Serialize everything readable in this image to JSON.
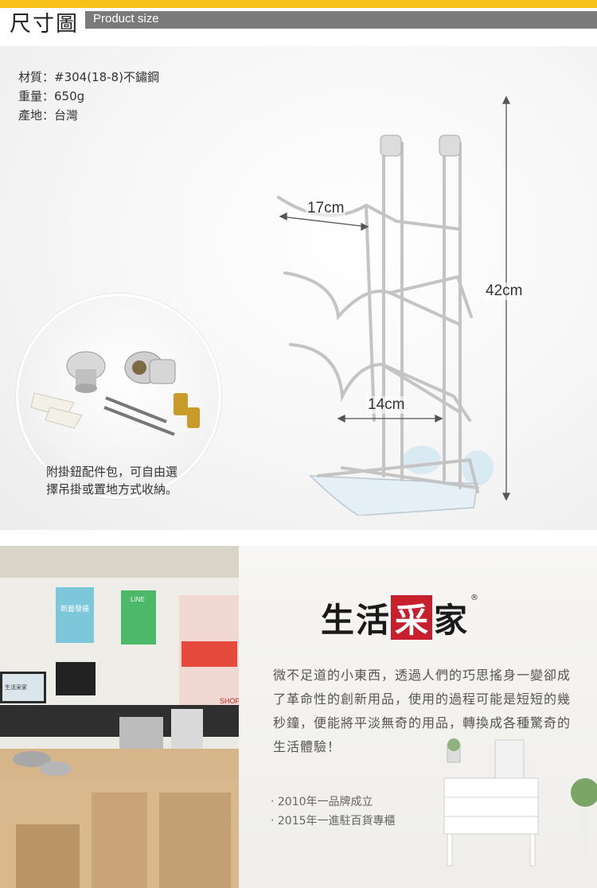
{
  "header": {
    "title": "尺寸圖",
    "subtitle": "Product size"
  },
  "specs": {
    "material": "材質：#304(18-8)不鏽鋼",
    "weight": "重量：650g",
    "origin": "產地：台灣"
  },
  "dimensions": {
    "depth": "17cm",
    "height": "42cm",
    "width": "14cm"
  },
  "accessory_caption": {
    "line1": "附掛鈕配件包，可自由選",
    "line2": "擇吊掛或置地方式收納。"
  },
  "brand": {
    "logo_chars": [
      "生",
      "活",
      "采",
      "家"
    ],
    "registered_mark": "®",
    "accent_color": "#c71f2b",
    "header_yellow": "#f8c21a",
    "header_bar_gray": "#7a7a7a"
  },
  "description": "微不足道的小東西，透過人們的巧思搖身一變卻成了革命性的創新用品，使用的過程可能是短短的幾秒鐘，便能將平淡無奇的用品，轉換成各種驚奇的生活體驗！",
  "milestones": [
    "‧ 2010年一品牌成立",
    "‧ 2015年一進駐百貨專櫃"
  ],
  "store_photo": {
    "poster1": "新藝發揚",
    "poster2": "LINE",
    "monitor_text": "生活采家",
    "banner": "SHOP"
  }
}
